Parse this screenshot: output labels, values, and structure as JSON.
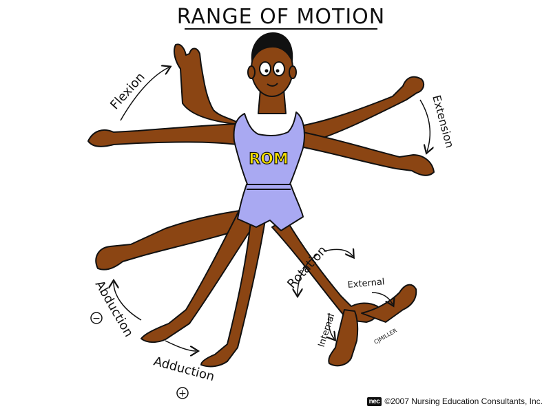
{
  "title": "RANGE OF MOTION",
  "shirt_text": "ROM",
  "labels": {
    "flexion": "Flexion",
    "extension": "Extension",
    "abduction": "Abduction",
    "abduction_sign": "−",
    "adduction": "Adduction",
    "adduction_sign": "+",
    "rotation": "Rotation",
    "external": "External",
    "internal": "Internal",
    "signature": "CJMILLER"
  },
  "footer": {
    "logo": "nec",
    "copyright": "©2007 Nursing Education Consultants, Inc."
  },
  "colors": {
    "skin": "#8B4513",
    "skin_dark": "#6B3410",
    "shirt": "#A9A9F2",
    "shirt_text": "#F5E000",
    "hair": "#111111",
    "outline": "#111111"
  }
}
